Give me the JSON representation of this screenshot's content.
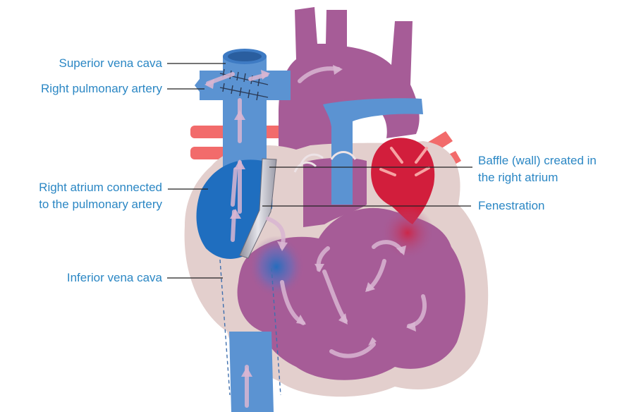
{
  "colors": {
    "label_text": "#2B87C4",
    "leader_line": "#222222",
    "pericardium": "#E3CFCD",
    "deoxygenated_blue": "#5B93D2",
    "atrium_dark_blue": "#1F6EBF",
    "mixed_purple": "#A65C97",
    "oxygenated_red": "#D21E3C",
    "pulmonary_vein_red": "#F26B6B"
  },
  "labels": {
    "superior_vena_cava": "Superior vena cava",
    "right_pulmonary_artery": "Right pulmonary artery",
    "right_atrium_line1": "Right atrium connected",
    "right_atrium_line2": "to the pulmonary artery",
    "inferior_vena_cava": "Inferior vena cava",
    "baffle_line1": "Baffle (wall) created in",
    "baffle_line2": "the right atrium",
    "fenestration": "Fenestration"
  }
}
